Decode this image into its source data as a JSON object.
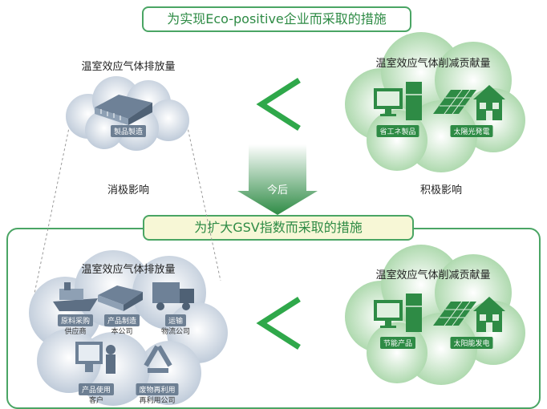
{
  "top_title": "为实现Eco-positive企业而采取的措施",
  "bottom_title": "为扩大GSV指数而采取的措施",
  "arrow_label": "今后",
  "top_left": {
    "title": "温室效应气体排放量",
    "tag": "製品製造",
    "caption": "消极影响"
  },
  "top_right": {
    "title": "温室效应气体削减贡献量",
    "tags": [
      "省工ネ製品",
      "太陽光発電"
    ],
    "caption": "积极影响"
  },
  "bottom_left": {
    "title": "温室效应气体排放量",
    "items": [
      {
        "tag": "原料采购",
        "sub": "供应商"
      },
      {
        "tag": "产品制造",
        "sub": "本公司"
      },
      {
        "tag": "运输",
        "sub": "物流公司"
      },
      {
        "tag": "产品使用",
        "sub": "客户"
      },
      {
        "tag": "废物再利用",
        "sub": "再利用公司"
      }
    ]
  },
  "bottom_right": {
    "title": "温室效应气体削减贡献量",
    "tags": [
      "节能产品",
      "太阳能发电"
    ]
  },
  "colors": {
    "green": "#4aa564",
    "dark_green": "#2e8b45",
    "gray_cloud": "#c9d4e0",
    "green_cloud": "#b9dfb9"
  }
}
